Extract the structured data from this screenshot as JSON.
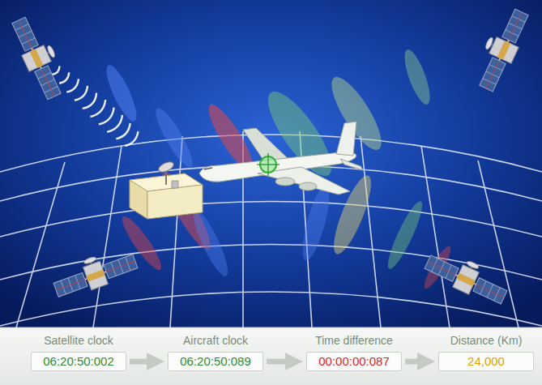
{
  "diagram": {
    "nodes": [
      {
        "text": [
          "Satellite clock",
          "06:20:50:002"
        ]
      },
      {
        "text": [
          "Aircraft clock",
          "06:20:50:089"
        ]
      },
      {
        "text": [
          "Time difference",
          "00:00:00:087"
        ]
      },
      {
        "text": [
          "Distance (Km)",
          "24,000"
        ]
      }
    ],
    "edges": [
      {
        "from": 0,
        "to": 1,
        "arrow": "to"
      },
      {
        "from": 1,
        "to": 2,
        "arrow": "to"
      },
      {
        "from": 2,
        "to": 3,
        "arrow": "to"
      }
    ]
  }
}
